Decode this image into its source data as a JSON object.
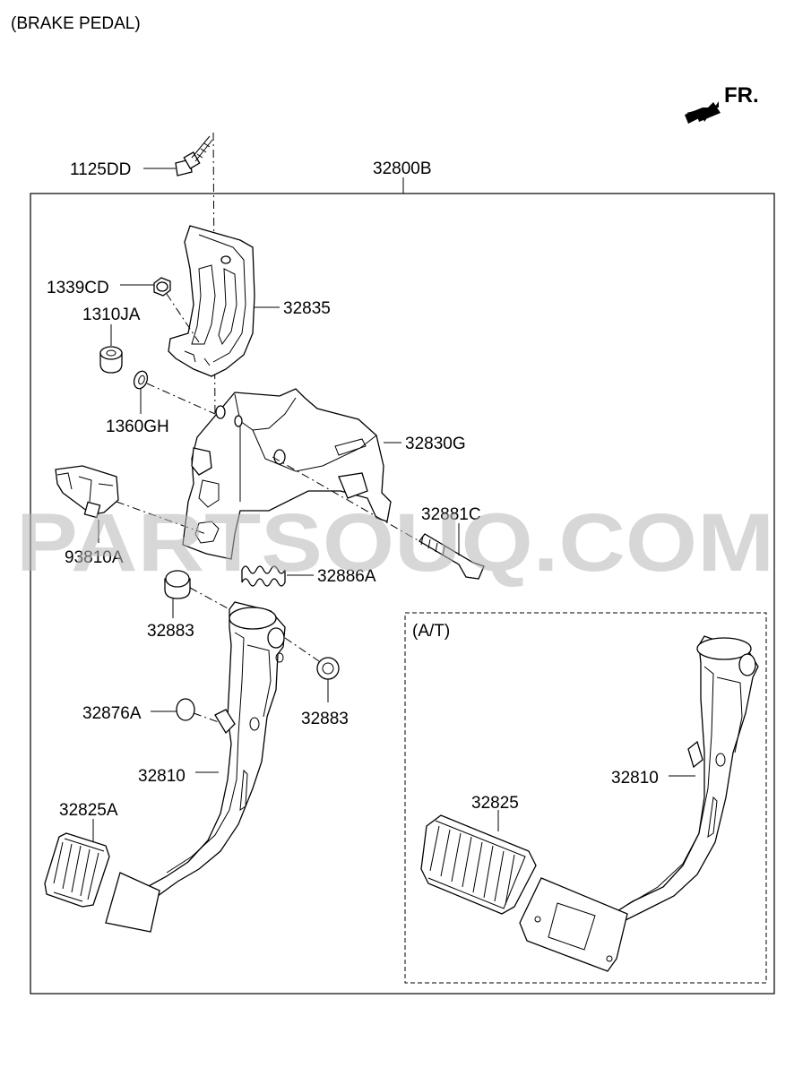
{
  "title": "(BRAKE PEDAL)",
  "direction_label": "FR.",
  "watermark": "PARTSOUQ.COM",
  "inset_label": "(A/T)",
  "parts": {
    "p1125DD": "1125DD",
    "p32800B": "32800B",
    "p1339CD": "1339CD",
    "p32835": "32835",
    "p1310JA": "1310JA",
    "p1360GH": "1360GH",
    "p32830G": "32830G",
    "p32881C": "32881C",
    "p93810A": "93810A",
    "p32886A": "32886A",
    "p32883_top": "32883",
    "p32883_right": "32883",
    "p32876A": "32876A",
    "p32810": "32810",
    "p32825A": "32825A",
    "p32825": "32825",
    "p32810_at": "32810"
  }
}
